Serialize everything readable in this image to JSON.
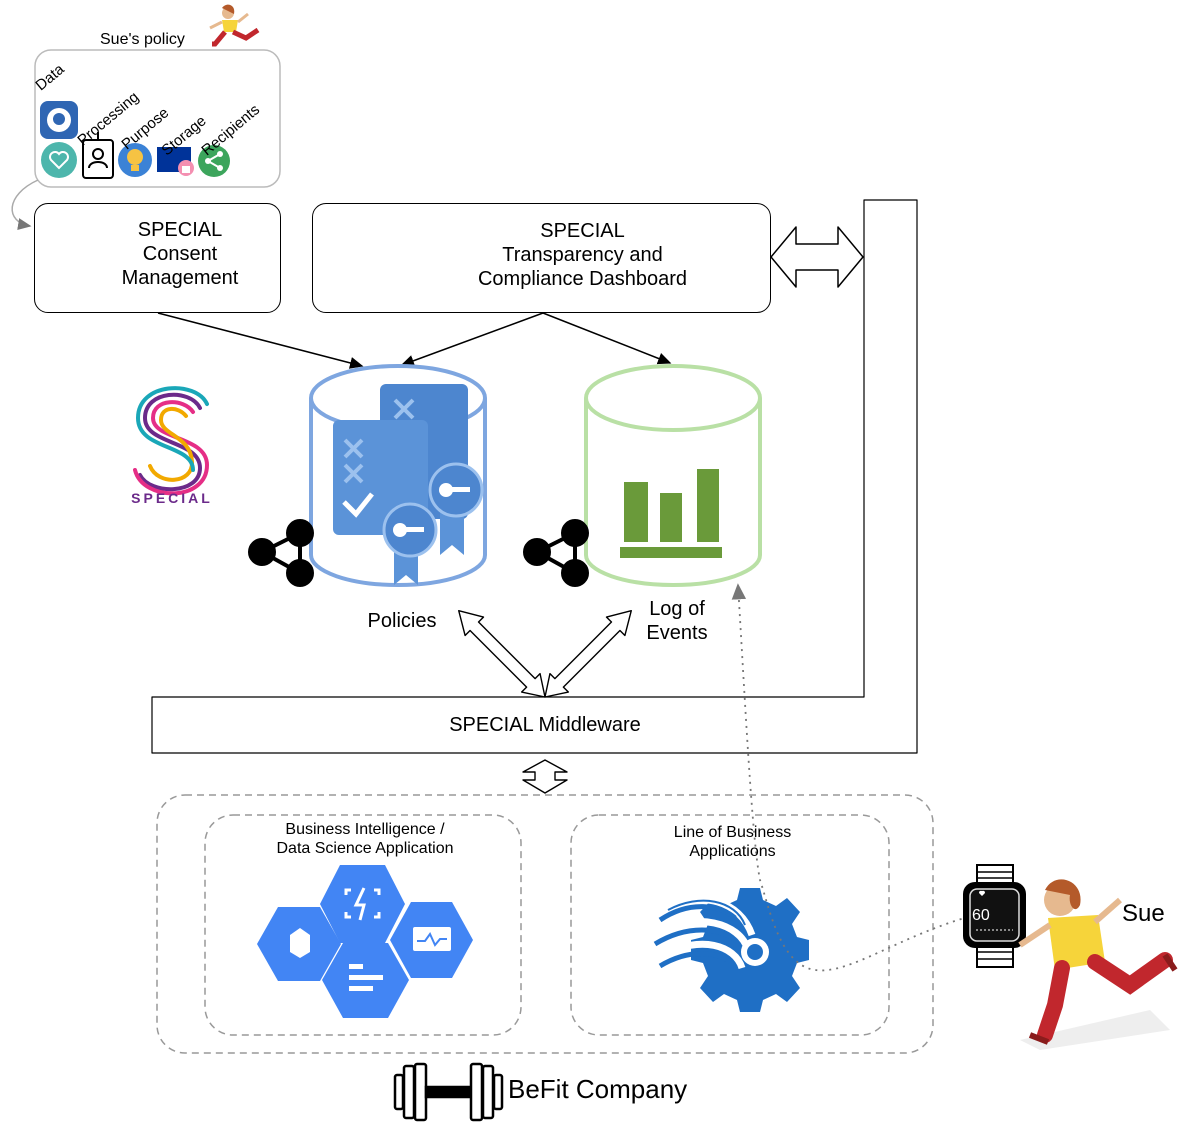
{
  "policy": {
    "title": "Sue's policy",
    "items": [
      "Data",
      "Processing",
      "Purpose",
      "Storage",
      "Recipients"
    ]
  },
  "consent": {
    "line1": "SPECIAL",
    "line2": "Consent",
    "line3": "Management"
  },
  "dashboard": {
    "line1": "SPECIAL",
    "line2": "Transparency and",
    "line3": "Compliance Dashboard"
  },
  "logo": {
    "text": "SPECIAL"
  },
  "policies": {
    "label": "Policies"
  },
  "events": {
    "line1": "Log of",
    "line2": "Events"
  },
  "middleware": {
    "label": "SPECIAL Middleware"
  },
  "bi": {
    "line1": "Business Intelligence /",
    "line2": "Data Science Application"
  },
  "lob": {
    "line1": "Line of Business",
    "line2": "Applications"
  },
  "watch": {
    "value": "60"
  },
  "person": {
    "name": "Sue"
  },
  "company": {
    "name": "BeFit Company"
  },
  "colors": {
    "policy_db": "#7ea6e0",
    "events_db": "#b9e0a5",
    "bar_green": "#6a9a3a",
    "doc_blue": "#4d86cf",
    "gcp_blue": "#4285f4",
    "dashboard_navy": "#2e2e7a",
    "logo_purple": "#6b2a8a"
  }
}
